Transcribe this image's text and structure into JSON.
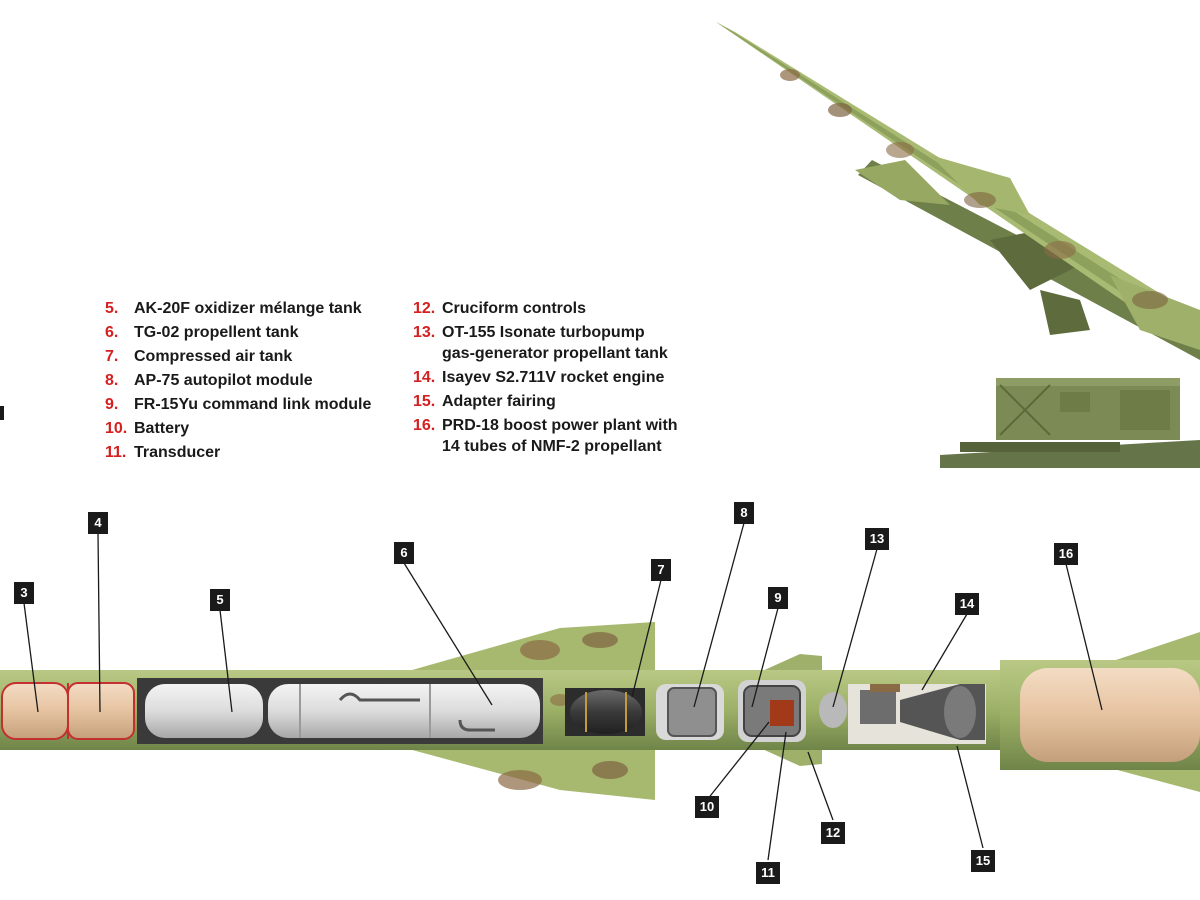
{
  "legend_left": [
    {
      "num": "5.",
      "text": "AK-20F oxidizer mélange tank"
    },
    {
      "num": "6.",
      "text": "TG-02 propellent tank"
    },
    {
      "num": "7.",
      "text": "Compressed air tank"
    },
    {
      "num": "8.",
      "text": "AP-75 autopilot module"
    },
    {
      "num": "9.",
      "text": "FR-15Yu command link module"
    },
    {
      "num": "10.",
      "text": "Battery"
    },
    {
      "num": "11.",
      "text": "Transducer"
    }
  ],
  "legend_right": [
    {
      "num": "12.",
      "text": "Cruciform controls"
    },
    {
      "num": "13.",
      "text": "OT-155 Isonate turbopump\ngas-generator propellant tank"
    },
    {
      "num": "14.",
      "text": "Isayev S2.711V rocket engine"
    },
    {
      "num": "15.",
      "text": "Adapter fairing"
    },
    {
      "num": "16.",
      "text": "PRD-18 boost power plant with\n14 tubes of NMF-2 propellant"
    }
  ],
  "callouts": {
    "c3": "3",
    "c4": "4",
    "c5": "5",
    "c6": "6",
    "c7": "7",
    "c8": "8",
    "c9": "9",
    "c10": "10",
    "c11": "11",
    "c12": "12",
    "c13": "13",
    "c14": "14",
    "c15": "15",
    "c16": "16"
  },
  "colors": {
    "callout_bg": "#1a1a1a",
    "legend_number": "#d42020",
    "camo_green": "#9fb36a",
    "camo_brown": "#8a6a45",
    "booster_tan": "#e9c8a8"
  }
}
